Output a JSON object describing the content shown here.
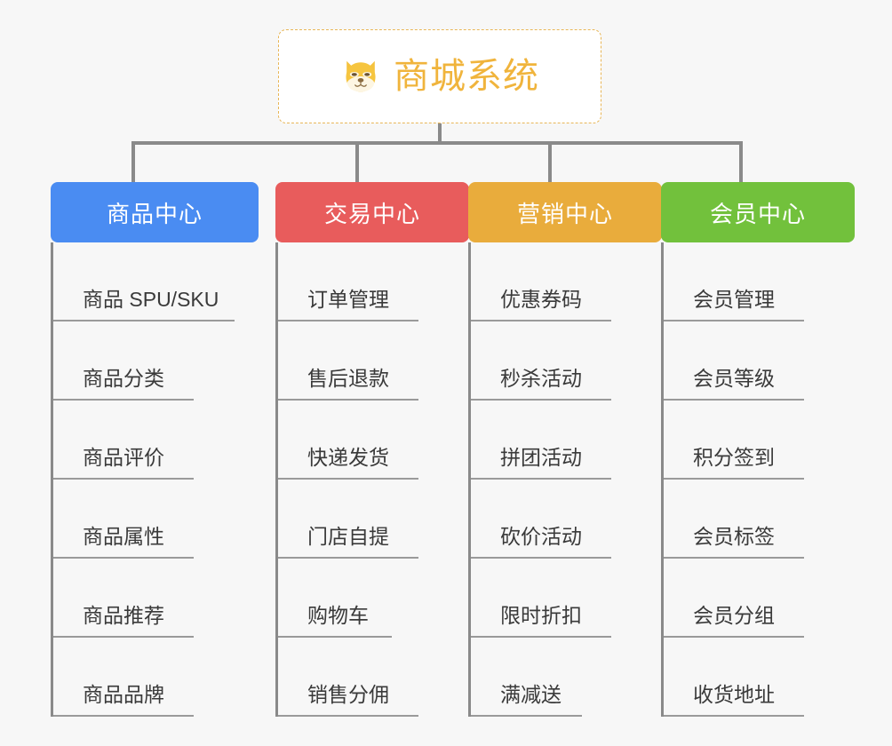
{
  "background_color": "#f7f7f7",
  "root": {
    "icon": "shiba-dog-face-icon",
    "title": "商城系统",
    "title_color": "#f0b43c",
    "border_color": "#e8b657"
  },
  "columns": [
    {
      "id": "products",
      "header": "商品中心",
      "color": "#4a8cf2",
      "items": [
        "商品 SPU/SKU",
        "商品分类",
        "商品评价",
        "商品属性",
        "商品推荐",
        "商品品牌"
      ]
    },
    {
      "id": "trade",
      "header": "交易中心",
      "color": "#e85c5c",
      "items": [
        "订单管理",
        "售后退款",
        "快递发货",
        "门店自提",
        "购物车",
        "销售分佣"
      ]
    },
    {
      "id": "marketing",
      "header": "营销中心",
      "color": "#e9ac3c",
      "items": [
        "优惠券码",
        "秒杀活动",
        "拼团活动",
        "砍价活动",
        "限时折扣",
        "满减送"
      ]
    },
    {
      "id": "member",
      "header": "会员中心",
      "color": "#72c13c",
      "items": [
        "会员管理",
        "会员等级",
        "积分签到",
        "会员标签",
        "会员分组",
        "收货地址"
      ]
    }
  ]
}
